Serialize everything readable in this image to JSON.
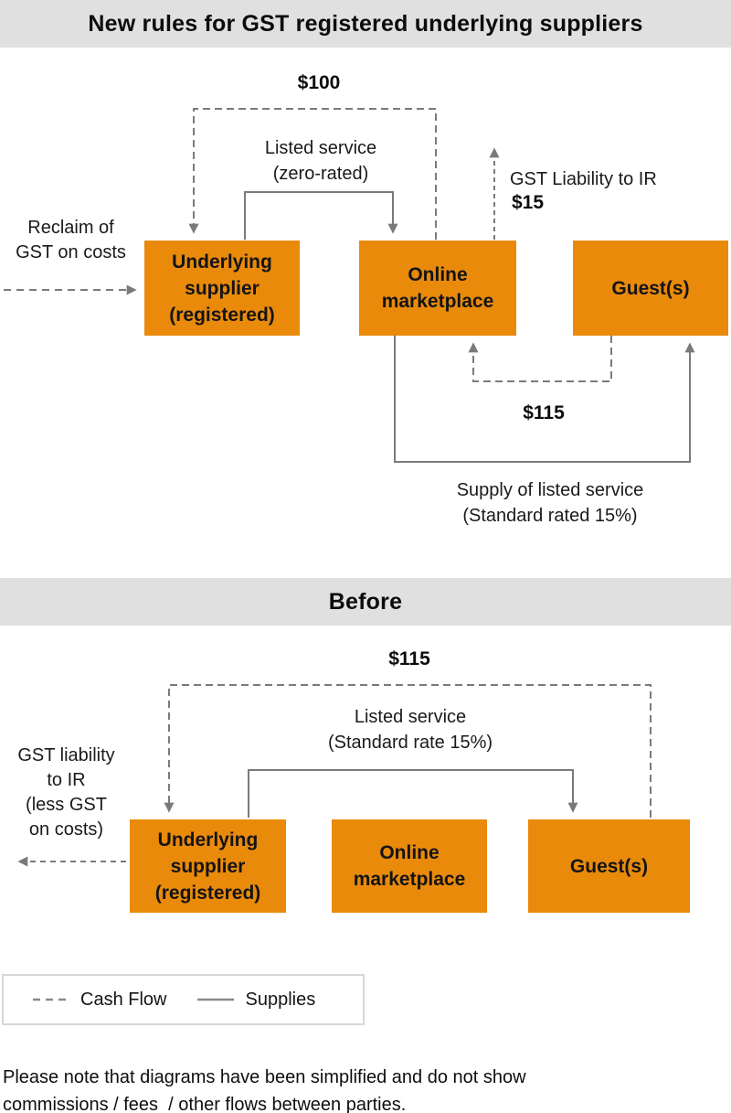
{
  "colors": {
    "accent_orange": "#E98A0B",
    "header_gray": "#E0E0E0",
    "line_gray": "#7A7A7A"
  },
  "header": {
    "title": "New rules for GST registered underlying suppliers"
  },
  "diagram_new": {
    "amount_top": "$100",
    "listed_service": {
      "lines": [
        "Listed service",
        "(zero-rated)"
      ]
    },
    "gst_liability": {
      "label": "GST Liability to IR",
      "amount": "$15"
    },
    "reclaim": {
      "lines": [
        "Reclaim of",
        "GST on costs"
      ]
    },
    "amount_bottom": "$115",
    "supply": {
      "lines": [
        "Supply of listed service",
        "(Standard rated 15%)"
      ]
    },
    "boxes": {
      "supplier": {
        "lines": [
          "Underlying",
          "supplier",
          "(registered)"
        ]
      },
      "marketplace": {
        "lines": [
          "Online",
          "marketplace"
        ]
      },
      "guest": {
        "lines": [
          "Guest(s)"
        ]
      }
    }
  },
  "diagram_before": {
    "title": "Before",
    "amount_top": "$115",
    "listed_service": {
      "lines": [
        "Listed service",
        "(Standard rate 15%)"
      ]
    },
    "gst_liability": {
      "lines": [
        "GST liability",
        "to IR",
        "(less GST",
        "on costs)"
      ]
    },
    "boxes": {
      "supplier": {
        "lines": [
          "Underlying",
          "supplier",
          "(registered)"
        ]
      },
      "marketplace": {
        "lines": [
          "Online",
          "marketplace"
        ]
      },
      "guest": {
        "lines": [
          "Guest(s)"
        ]
      }
    }
  },
  "legend": {
    "cash_flow": "Cash Flow",
    "supplies": "Supplies"
  },
  "footnote": {
    "lines": [
      "Please note that diagrams have been simplified and do not show",
      "commissions / fees  / other flows between parties."
    ]
  }
}
